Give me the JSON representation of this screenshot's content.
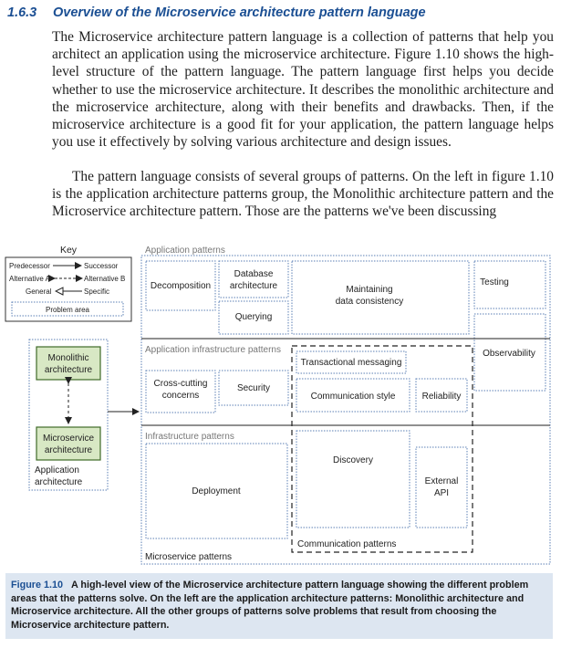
{
  "section": {
    "number": "1.6.3",
    "title": "Overview of the Microservice architecture pattern language"
  },
  "paragraphs": [
    "The Microservice architecture pattern language is a collection of patterns that help you architect an application using the microservice architecture. Figure 1.10 shows the high-level structure of the pattern language. The pattern language first helps you decide whether to use the microservice architecture. It describes the monolithic architecture and the microservice architecture, along with their benefits and drawbacks. Then, if the microservice architecture is a good fit for your application, the pattern language helps you use it effectively by solving various architecture and design issues.",
    "The pattern language consists of several groups of patterns. On the left in figure 1.10 is the application architecture patterns group, the Monolithic architecture pattern and the Microservice architecture pattern. Those are the patterns we've been discussing"
  ],
  "figure": {
    "key": {
      "title": "Key",
      "predecessor": "Predecessor",
      "successor": "Successor",
      "alternative_a": "Alternative A",
      "alternative_b": "Alternative B",
      "general": "General",
      "specific": "Specific",
      "problem_area": "Problem area"
    },
    "left": {
      "monolithic": [
        "Monolithic",
        "architecture"
      ],
      "microservice": [
        "Microservice",
        "architecture"
      ],
      "group_label": [
        "Application",
        "architecture"
      ]
    },
    "groups": {
      "application_patterns": "Application patterns",
      "application_infrastructure_patterns": "Application infrastructure patterns",
      "infrastructure_patterns": "Infrastructure patterns",
      "microservice_patterns": "Microservice patterns",
      "communication_patterns": "Communication patterns"
    },
    "areas": {
      "decomposition": [
        "Decomposition"
      ],
      "database_architecture": [
        "Database",
        "architecture"
      ],
      "querying": [
        "Querying"
      ],
      "maintaining_data_consistency": [
        "Maintaining",
        "data consistency"
      ],
      "testing": [
        "Testing"
      ],
      "observability": [
        "Observability"
      ],
      "transactional_messaging": [
        "Transactional messaging"
      ],
      "cross_cutting_concerns": [
        "Cross-cutting",
        "concerns"
      ],
      "security": [
        "Security"
      ],
      "communication_style": [
        "Communication style"
      ],
      "reliability": [
        "Reliability"
      ],
      "discovery": [
        "Discovery"
      ],
      "external_api": [
        "External",
        "API"
      ],
      "deployment": [
        "Deployment"
      ]
    },
    "caption": {
      "label": "Figure 1.10",
      "text": "A high-level view of the Microservice architecture pattern language showing the different problem areas that the patterns solve. On the left are the application architecture patterns: Monolithic architecture and Microservice architecture. All the other groups of patterns solve problems that result from choosing the Microservice architecture pattern."
    },
    "colors": {
      "pattern_fill": "#d8e8c4",
      "pattern_border": "#3f6b28",
      "dotted_border": "#5b7fb5",
      "heading": "#1b4f93",
      "caption_bg": "#dde6f1"
    }
  }
}
